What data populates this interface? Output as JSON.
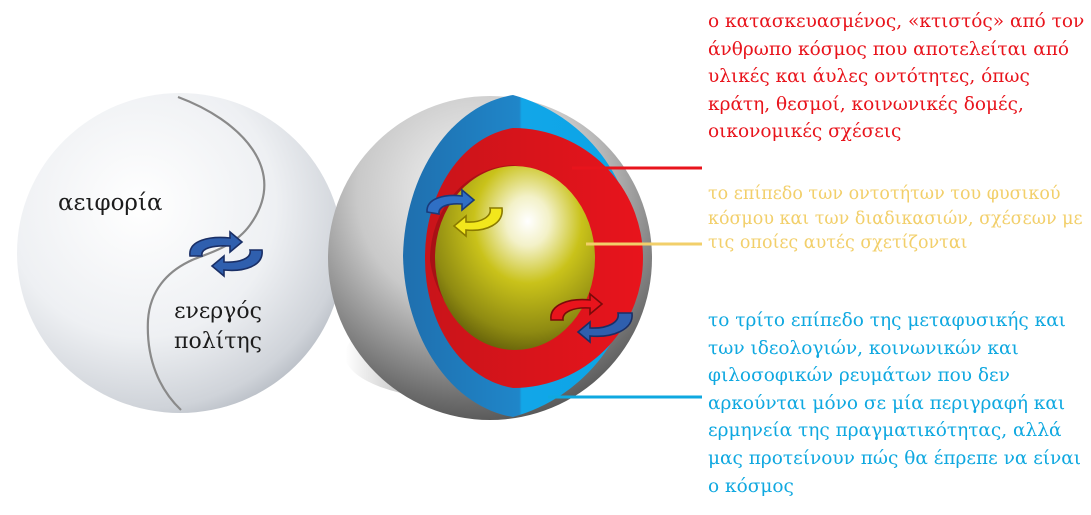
{
  "left_sphere": {
    "top_text": "αειφορία",
    "bottom_line_1": "ενεργός",
    "bottom_line_2": "πολίτης"
  },
  "layers": [
    {
      "id": "built-world",
      "color": "#e8141c",
      "text": "ο κατασκευασμένος, «κτιστός» από τον άνθρωπο κόσμος που αποτελείται από υλικές και άυλες οντότητες, όπως κράτη, θεσμοί, κοινωνικές δομές, οικονομικές σχέσεις"
    },
    {
      "id": "natural-world",
      "color": "#f2cf6a",
      "text": "το επίπεδο των οντοτήτων του φυσικού κόσμου και των διαδικασιών, σχέσεων με τις οποίες αυτές σχετίζονται"
    },
    {
      "id": "metaphysics",
      "color": "#0fa8e0",
      "text": "το τρίτο επίπεδο της μεταφυσικής και των ιδεολογιών, κοινωνικών και φιλοσοφικών ρευμάτων που δεν αρκούνται μόνο σε μία περιγραφή και ερμηνεία της πραγματικότητας, αλλά μας προτείνουν πώς θα έπρεπε να είναι ο κόσμος"
    }
  ]
}
